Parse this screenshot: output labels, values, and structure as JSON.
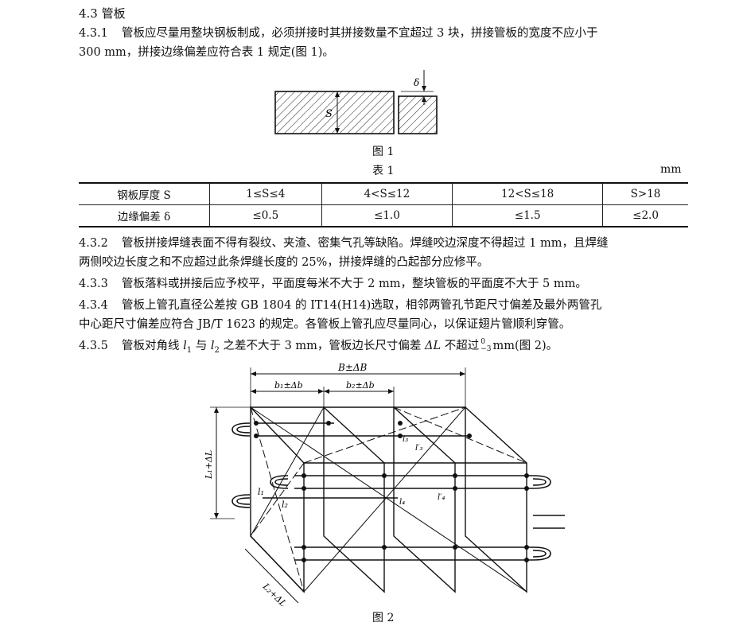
{
  "section": {
    "title": "4.3  管板"
  },
  "paragraphs": [
    {
      "num": "4.3.1",
      "text": "管板应尽量用整块钢板制成，必须拼接时其拼接数量不宜超过 3 块，拼接管板的宽度不应小于",
      "cont": "300 mm，拼接边缘偏差应符合表 1 规定(图 1)。"
    },
    {
      "num": "4.3.2",
      "text": "管板拼接焊缝表面不得有裂纹、夹渣、密集气孔等缺陷。焊缝咬边深度不得超过 1 mm，且焊缝",
      "cont": "两侧咬边长度之和不应超过此条焊缝长度的 25%，拼接焊缝的凸起部分应修平。"
    },
    {
      "num": "4.3.3",
      "text": "管板落料或拼接后应予校平，平面度每米不大于 2 mm，整块管板的平面度不大于 5 mm。"
    },
    {
      "num": "4.3.4",
      "text": "管板上管孔直径公差按 GB 1804 的 IT14(H14)选取，相邻两管孔节距尺寸偏差及最外两管孔",
      "cont": "中心距尺寸偏差应符合 JB/T 1623 的规定。各管板上管孔应尽量同心，以保证翅片管顺利穿管。"
    },
    {
      "num": "4.3.5",
      "text_a": "管板对角线 ",
      "l1": "l",
      "l1_sub": "1",
      "mid": " 与 ",
      "l2": "l",
      "l2_sub": "2",
      "text_b": " 之差不大于 3 mm，管板边长尺寸偏差 ",
      "dl": "ΔL",
      "text_c": " 不超过",
      "sup": "0",
      "sub": "−3",
      "text_d": "mm(图 2)。"
    }
  ],
  "figure1": {
    "caption": "图 1",
    "label_s": "S",
    "label_delta": "δ"
  },
  "table1": {
    "caption": "表 1",
    "unit": "mm",
    "rows": [
      {
        "head": "钢板厚度 S",
        "cells": [
          "1≤S≤4",
          "4<S≤12",
          "12<S≤18",
          "S>18"
        ]
      },
      {
        "head": "边缘偏差 δ",
        "cells": [
          "≤0.5",
          "≤1.0",
          "≤1.5",
          "≤2.0"
        ]
      }
    ]
  },
  "figure2": {
    "caption": "图 2",
    "labels": {
      "b_total": "B±ΔB",
      "b1": "b₁±Δb",
      "b2": "b₂±Δb",
      "l1_dim": "L₁+ΔL",
      "l2_dim": "L₂+ΔL",
      "d_l1": "l₁",
      "d_l2": "l₂",
      "d_l3": "l₃",
      "d_l3p": "l′₃",
      "d_l4": "l₄",
      "d_l4p": "l′₄"
    }
  }
}
